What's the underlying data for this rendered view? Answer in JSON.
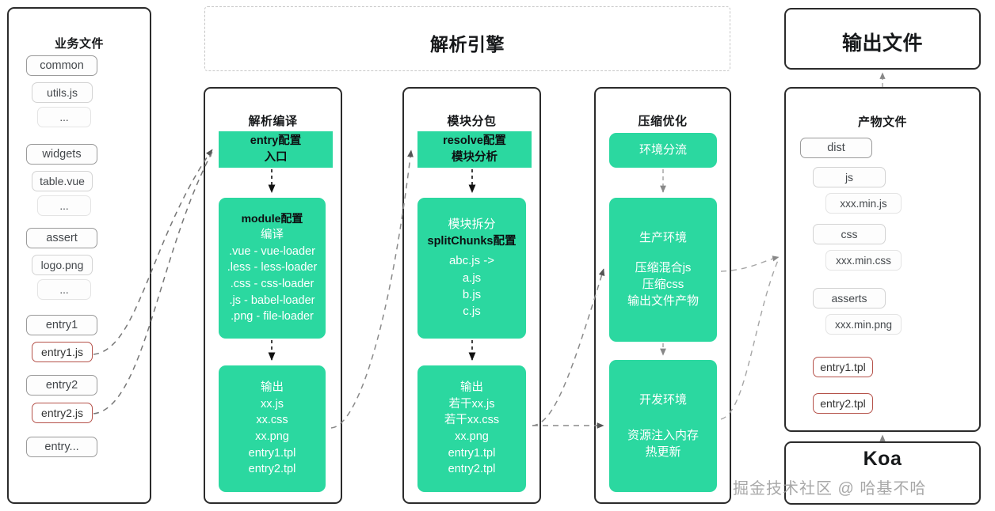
{
  "diagram": {
    "engine_band": {
      "label": "解析引擎"
    },
    "source_panel": {
      "title": "业务文件",
      "items": [
        {
          "label": "common",
          "level": 0,
          "highlight": false
        },
        {
          "label": "utils.js",
          "level": 1,
          "highlight": false
        },
        {
          "label": "...",
          "level": 2,
          "highlight": false
        },
        {
          "label": "widgets",
          "level": 0,
          "highlight": false
        },
        {
          "label": "table.vue",
          "level": 1,
          "highlight": false
        },
        {
          "label": "...",
          "level": 2,
          "highlight": false
        },
        {
          "label": "assert",
          "level": 0,
          "highlight": false
        },
        {
          "label": "logo.png",
          "level": 1,
          "highlight": false
        },
        {
          "label": "...",
          "level": 2,
          "highlight": false
        },
        {
          "label": "entry1",
          "level": 0,
          "highlight": false
        },
        {
          "label": "entry1.js",
          "level": 1,
          "highlight": true
        },
        {
          "label": "entry2",
          "level": 0,
          "highlight": false
        },
        {
          "label": "entry2.js",
          "level": 1,
          "highlight": true
        },
        {
          "label": "entry...",
          "level": 0,
          "highlight": false
        }
      ]
    },
    "stage_compile": {
      "title": "解析编译",
      "steps": [
        {
          "name": "entry-config",
          "heading": "entry配置",
          "lines": [
            "入口"
          ]
        },
        {
          "name": "module-config",
          "heading": "module配置",
          "lines": [
            "编译",
            ".vue - vue-loader",
            ".less - less-loader",
            ".css - css-loader",
            ".js - babel-loader",
            ".png - file-loader"
          ]
        },
        {
          "name": "compile-output",
          "heading": "",
          "lines": [
            "输出",
            "xx.js",
            "xx.css",
            "xx.png",
            "entry1.tpl",
            "entry2.tpl"
          ]
        }
      ]
    },
    "stage_chunk": {
      "title": "模块分包",
      "steps": [
        {
          "name": "resolve-config",
          "heading": "resolve配置",
          "lines": [
            "模块分析"
          ]
        },
        {
          "name": "split-chunks",
          "heading": "splitChunks配置",
          "pre": "模块拆分",
          "lines": [
            "abc.js ->",
            "a.js",
            "b.js",
            "c.js"
          ]
        },
        {
          "name": "chunk-output",
          "heading": "",
          "lines": [
            "输出",
            "若干xx.js",
            "若干xx.css",
            "xx.png",
            "entry1.tpl",
            "entry2.tpl"
          ]
        }
      ]
    },
    "stage_minify": {
      "title": "压缩优化",
      "steps": [
        {
          "name": "env-split",
          "heading": "",
          "lines": [
            "环境分流"
          ]
        },
        {
          "name": "prod-env",
          "heading": "",
          "lines": [
            "生产环境",
            "",
            "压缩混合js",
            "压缩css",
            "输出文件产物"
          ]
        },
        {
          "name": "dev-env",
          "heading": "",
          "lines": [
            "开发环境",
            "",
            "资源注入内存",
            "热更新"
          ]
        }
      ]
    },
    "output_panel": {
      "title": "输出文件"
    },
    "artifact_panel": {
      "title": "产物文件",
      "items": [
        {
          "label": "dist",
          "level": 0,
          "highlight": false
        },
        {
          "label": "js",
          "level": 1,
          "highlight": false
        },
        {
          "label": "xxx.min.js",
          "level": 2,
          "highlight": false
        },
        {
          "label": "css",
          "level": 1,
          "highlight": false
        },
        {
          "label": "xxx.min.css",
          "level": 2,
          "highlight": false
        },
        {
          "label": "asserts",
          "level": 1,
          "highlight": false
        },
        {
          "label": "xxx.min.png",
          "level": 2,
          "highlight": false
        },
        {
          "label": "entry1.tpl",
          "level": 1,
          "highlight": true
        },
        {
          "label": "entry2.tpl",
          "level": 1,
          "highlight": true
        }
      ]
    },
    "server_panel": {
      "title": "Koa"
    },
    "watermark": {
      "text": "掘金技术社区 @ 哈基不哈"
    },
    "colors": {
      "accent_green": "#2bd8a0",
      "highlight_red": "#b5524a",
      "panel_border": "#2b2b2b",
      "dashed_border": "#c6c6c6"
    }
  }
}
